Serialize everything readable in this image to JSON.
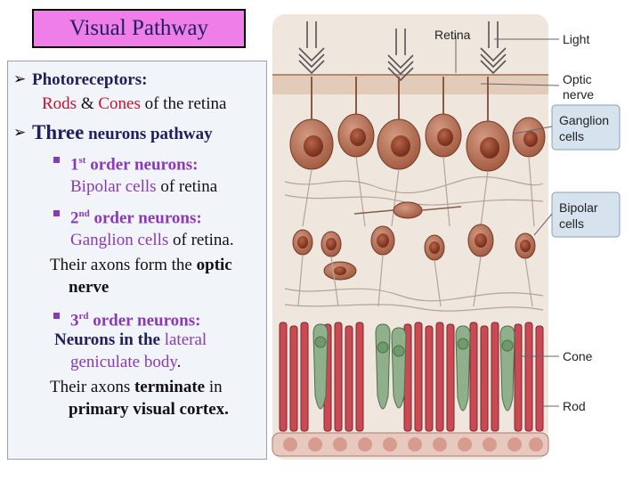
{
  "title": "Visual Pathway",
  "text": {
    "photoreceptors_heading": "Photoreceptors:",
    "rods": "Rods",
    "amp": "&",
    "cones": "Cones",
    "of_retina": "of the retina",
    "three": "Three",
    "neurons_pathway": "neurons pathway",
    "first_num": "1",
    "first_sup": "st",
    "first_label": "order neurons:",
    "bipolar_cells": "Bipolar cells",
    "of_retina2": "of retina",
    "second_num": "2",
    "second_sup": "nd",
    "second_label": "order neurons:",
    "ganglion_cells": "Ganglion cells",
    "of_retina3": "of retina.",
    "axons_form": "Their axons form the",
    "optic": "optic",
    "nerve": "nerve",
    "third_num": "3",
    "third_sup": "rd",
    "third_label": "order neurons:",
    "neurons_in": "Neurons in the",
    "lateral": "lateral",
    "geniculate_body": "geniculate body",
    "period": ".",
    "their_axons": "Their axons",
    "terminate": "terminate",
    "in_word": "in",
    "primary_visual": "primary visual cortex."
  },
  "diagram": {
    "labels": {
      "retina": "Retina",
      "light": "Light",
      "optic_line1": "Optic",
      "optic_line2": "nerve",
      "ganglion_line1": "Ganglion",
      "ganglion_line2": "cells",
      "bipolar_line1": "Bipolar",
      "bipolar_line2": "cells",
      "cone": "Cone",
      "rod": "Rod"
    },
    "colors": {
      "cell_body": "#a0583e",
      "nucleus": "#7a3020",
      "rod": "#c94a52",
      "cone": "#8fb08a",
      "tissue": "#e9ddd2"
    }
  }
}
